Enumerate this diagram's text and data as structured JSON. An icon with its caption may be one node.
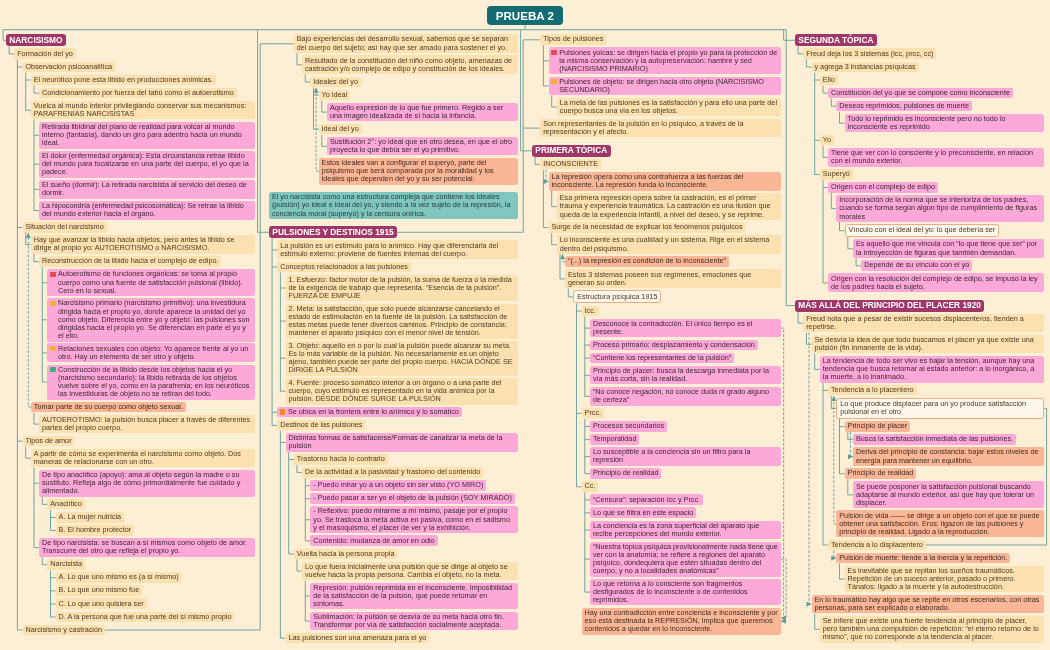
{
  "diagram": {
    "nodes": [
      {
        "text": [
          "PRUEBA 2"
        ]
      },
      {
        "text": [
          "NARCISISMO"
        ]
      },
      {
        "text": [
          "Formación del yo"
        ]
      },
      {
        "text": [
          "Observación psicoanalítica"
        ]
      },
      {
        "text": [
          "El neurótico pone esta libido en producciones anímicas."
        ]
      },
      {
        "text": [
          "Condicionamiento por fuerza del tabú como el autoerotismo"
        ]
      },
      {
        "text": [
          "Vuelca al mundo interior privilegiando conservar sus mecanismos: PARAFRENIAS NARCISISTAS"
        ]
      },
      {
        "text": [
          "Retirada libidinal del plano de realidad para volcar al mundo interno (fantasía), dando un giro para adentro hacia un mundo ideal."
        ]
      },
      {
        "text": [
          "El dolor (enfermedad orgánica): Esta circunstancia retrae libido del mundo para focalizarse en una parte del cuerpo, el yo que la padece."
        ]
      },
      {
        "text": [
          "El sueño (dormir): La retirada narcisista al servicio del deseo de dormir."
        ]
      },
      {
        "text": [
          "La hipocondría (enfermedad psicosomática): Se retrae la libido del mundo exterior hacia el órgano."
        ]
      },
      {
        "text": [
          "Situación del narcisismo"
        ]
      },
      {
        "text": [
          "Hay que avanzar la libido hacia objetos, pero antes la libido se dirige al propio yo: AUTOEROTISMO o NARCISISMO."
        ]
      },
      {
        "text": [
          "Reconstrucción de la libido hacia el complejo de edipo."
        ]
      },
      {
        "text": [
          "Autoerotismo de funciones orgánicas: se toma al propio cuerpo como una fuente de satisfacción pulsional (libido). Cero en lo sexual."
        ]
      },
      {
        "text": [
          "Narcisismo primario (narcisismo primitivo): una investidura dirigida hacia el propio yo, donde aparece la unidad del yo como objeto. Diferencia entre yo y objeto: las pulsiones son dirigidas hacia el propio yo. Se diferencian en parte el yo y el ello."
        ]
      },
      {
        "text": [
          "Relaciones sexuales con objeto: Yo aparece frente al yo un otro. Hay un elemento de ser otro y objeto."
        ]
      },
      {
        "text": [
          "Construcción de la libido desde los objetos hacia el yo (narcisismo secundario): la libido retirada de los objetos vuelve sobre el yo, como en la parafrenia; en los neuróticos las investiduras de objeto no se retiran del todo."
        ]
      },
      {
        "text": [
          "Tomar parte de su cuerpo como objeto sexual."
        ]
      },
      {
        "text": [
          "AUTOEROTISMO: la pulsión busca placer a través de diferentes partes del propio cuerpo."
        ]
      },
      {
        "text": [
          "Tipos de amor"
        ]
      },
      {
        "text": [
          "A partir de cómo se experimenta el narcisismo como objeto. Dos maneras de relacionarse con un otro."
        ]
      },
      {
        "text": [
          "De tipo anaclítico (apoyo): ama al objeto según la madre o su sustituto. Refleja algo de cómo primordialmente fue cuidado y alimentado."
        ]
      },
      {
        "text": [
          "Anaclítico"
        ]
      },
      {
        "text": [
          "A. La mujer nutricia"
        ]
      },
      {
        "text": [
          "B. El hombre protector"
        ]
      },
      {
        "text": [
          "De tipo narcisista: se buscan a sí mismos como objeto de amor. Transcurre del otro que refleja el propio yo."
        ]
      },
      {
        "text": [
          "Narcisista"
        ]
      },
      {
        "text": [
          "A. Lo que uno mismo es (a sí mismo)"
        ]
      },
      {
        "text": [
          "B. Lo que uno mismo fue"
        ]
      },
      {
        "text": [
          "C. Lo que uno quisiera ser"
        ]
      },
      {
        "text": [
          "D. A la persona que fue una parte del sí mismo propio"
        ]
      },
      {
        "text": [
          "Narcisismo y castración"
        ]
      },
      {
        "text": [
          "Bajo experiencias del desarrollo sexual, sabemos que se separan del cuerpo del sujeto; así hay que ser amado para sostener el yo."
        ]
      },
      {
        "text": [
          "Resultado de la constitución del niño como objeto, amenazas de castración y/o complejo de edipo y constitución de los ideales."
        ]
      },
      {
        "text": [
          "Ideales del yo"
        ]
      },
      {
        "text": [
          "Yo ideal"
        ]
      },
      {
        "text": [
          "Aquello expresión de lo que fue primero. Regido a ser una imagen idealizada de sí hacia la infancia."
        ]
      },
      {
        "text": [
          "Ideal del yo"
        ]
      },
      {
        "text": [
          "Sustitución 2°: yo ideal que en otro desea, en que el otro proyecta lo que debía ser el yo primitivo."
        ]
      },
      {
        "text": [
          "Estos ideales van a configurar el superyó, parte del psiquismo que será comparada por la moralidad y los ideales que dependen del yo y su ser potencial."
        ]
      },
      {
        "text": [
          "El yo narcisista como una estructura compleja que contiene los ideales (pulsión) yo ideal e ideal del yo, y siendo a la vez sujeto de la represión, la conciencia moral (superyó) y la censura onírica."
        ]
      },
      {
        "text": [
          "PRIMERA TÓPICA"
        ]
      },
      {
        "text": [
          "INCONSCIENTE"
        ]
      },
      {
        "text": [
          "La represión opera como una contrafuerza a las fuerzas del inconsciente. La represión funda lo inconsciente."
        ]
      },
      {
        "text": [
          "Esa primera represión opera sobre la castración, es el primer trauma y experiencia traumática. La castración es una ilusión que queda de la experiencia infantil, a nivel del deseo, y se reprime."
        ]
      },
      {
        "text": [
          "Surge de la necesidad de explicar los fenómenos psíquicos"
        ]
      },
      {
        "text": [
          "“(...) la represión es condición de lo inconsciente”"
        ]
      },
      {
        "text": [
          "Lo inconsciente es una cualidad y un sistema. Rige en el sistema dentro del psiquismo."
        ]
      },
      {
        "text": [
          "Estos 3 sistemas poseen sus regímenes, emociones que generan su orden."
        ]
      },
      {
        "text": [
          "Estructura psíquica 1915"
        ]
      },
      {
        "text": [
          "Icc."
        ]
      },
      {
        "text": [
          "Desconoce la contradicción. El único tiempo es el presente."
        ]
      },
      {
        "text": [
          "Proceso primario: desplazamiento y condensación"
        ]
      },
      {
        "text": [
          "“Contiene los representantes de la pulsión”"
        ]
      },
      {
        "text": [
          "Principio de placer: busca la descarga inmediata por la vía más corta, sin la realidad."
        ]
      },
      {
        "text": [
          "“No conoce negación, no conoce duda ni grado alguno de certeza”"
        ]
      },
      {
        "text": [
          "Prcc."
        ]
      },
      {
        "text": [
          "Procesos secundarios"
        ]
      },
      {
        "text": [
          "Temporalidad"
        ]
      },
      {
        "text": [
          "Lo susceptible a la conciencia sin un filtro para la represión"
        ]
      },
      {
        "text": [
          "Principio de realidad"
        ]
      },
      {
        "text": [
          "Cc."
        ]
      },
      {
        "text": [
          "“Censura”: separación Icc y Prcc."
        ]
      },
      {
        "text": [
          "Lo que se filtra en este espacio"
        ]
      },
      {
        "text": [
          "La conciencia es la zona superficial del aparato que recibe percepciones del mundo exterior."
        ]
      },
      {
        "text": [
          "“Nuestra tópica psíquica provisionalmente nada tiene que ver con la anatomía; se refiere a regiones del aparato psíquico, dondequiera que estén situadas dentro del cuerpo, y no a localidades anatómicas”"
        ]
      },
      {
        "text": [
          "Lo que retorna a lo consciente son fragmentos desfigurados de lo inconsciente o de contenidos reprimidos."
        ]
      },
      {
        "text": [
          "Hay una contradicción entre conciencia e inconsciente y por eso está destinada la REPRESIÓN, implica que queremos contenidos a quedar en lo inconsciente."
        ]
      },
      {
        "text": [
          "SEGUNDA TÓPICA"
        ]
      },
      {
        "text": [
          "Freud deja los 3 sistemas (icc, prcc, cc)"
        ]
      },
      {
        "text": [
          "y agrega 3 instancias psíquicas"
        ]
      },
      {
        "text": [
          "Ello"
        ]
      },
      {
        "text": [
          "Constitución del yo que se compone como inconsciente"
        ]
      },
      {
        "text": [
          "Deseos reprimidos, pulsiones de muerte"
        ]
      },
      {
        "text": [
          "Todo lo reprimido es inconsciente pero no todo lo inconsciente es reprimido"
        ]
      },
      {
        "text": [
          "Yo"
        ]
      },
      {
        "text": [
          "Tiene que ver con lo consciente y lo preconsciente, en relación con el mundo exterior."
        ]
      },
      {
        "text": [
          "Superyó"
        ]
      },
      {
        "text": [
          "Origen con el complejo de edipo"
        ]
      },
      {
        "text": [
          "Incorporación de la norma que se interioriza de los padres, cuando se forma según algún tipo de cumplimiento de figuras morales"
        ]
      },
      {
        "text": [
          "Vínculo con el ideal del yo: lo que debería ser"
        ]
      },
      {
        "text": [
          "Es aquello que me vincula con “lo que tiene que ser” por la introyección de figuras que también demandan."
        ]
      },
      {
        "text": [
          "Depende de su vínculo con el yo"
        ]
      },
      {
        "text": [
          "Origen con la resolución del complejo de edipo, se impuso la ley de los padres hacia el sujeto."
        ]
      },
      {
        "text": [
          "MÁS ALLÁ DEL PRINCIPIO DEL PLACER 1920"
        ]
      },
      {
        "text": [
          "Freud nota que a pesar de existir sucesos displacenteros, tienden a repetirse."
        ]
      },
      {
        "text": [
          "Se desvía la idea de que todo buscamos el placer ya que existe una pulsión (fin inmanente de la vida)."
        ]
      },
      {
        "text": [
          "La tendencia de todo ser vivo es bajar la tensión, aunque hay una tendencia que busca retornar al estado anterior: a lo inorgánico, a la muerte, a lo inanimado."
        ]
      },
      {
        "text": [
          "Tendencia a lo placentero"
        ]
      },
      {
        "text": [
          "Tendencia a lo displacentero"
        ]
      },
      {
        "text": [
          "Lo que produce displacer para un yo produce satisfacción pulsional en el otro"
        ]
      },
      {
        "text": [
          "Principio de placer"
        ]
      },
      {
        "text": [
          "Busca la satisfacción inmediata de las pulsiones."
        ]
      },
      {
        "text": [
          "Principio de realidad"
        ]
      },
      {
        "text": [
          "Se puede posponer la satisfacción pulsional buscando adaptarse al mundo exterior, así que hay que tolerar un displacer."
        ]
      },
      {
        "text": [
          "Deriva del principio de constancia: bajar estos niveles de energía para mantener un equilibrio."
        ]
      },
      {
        "text": [
          "Pulsión de vida —— se dirige a un objeto con el que se puede obtener una satisfacción. Eros: ligazón de las pulsiones y principio de realidad. Ligado a la reproducción."
        ]
      },
      {
        "text": [
          "Pulsión de muerte: tiende a la inercia y la repetición."
        ]
      },
      {
        "text": [
          "Es inevitable que se repitan los sueños traumáticos. Repetición de un suceso anterior, pasado o primero. Tánatos: ligado a la muerte y la autodestrucción."
        ]
      },
      {
        "text": [
          "En lo traumático hay algo que se repite en otros escenarios, con otras personas, para ser explicado o elaborado."
        ]
      },
      {
        "text": [
          "Se infiere que existe una fuerte tendencia al principio de placer, pero también una compulsión de repetición: “el eterno retorno de lo mismo”, que no corresponde a la tendencia al placer."
        ]
      },
      {
        "text": [
          "PULSIONES Y DESTINOS 1915"
        ]
      },
      {
        "text": [
          "La pulsión es un estímulo para lo anímico. Hay que diferenciarla del estímulo externo: proviene de fuentes internas del cuerpo."
        ]
      },
      {
        "text": [
          "Conceptos relacionados a las pulsiones"
        ]
      },
      {
        "text": [
          "1. Esfuerzo: factor motor de la pulsión, la suma de fuerza o la medida de la exigencia de trabajo que representa. “Esencia de la pulsión”. FUERZA DE EMPUJE"
        ]
      },
      {
        "text": [
          "2. Meta: la satisfacción, que solo puede alcanzarse cancelando el estado de estimulación en la fuente de la pulsión. La satisfacción de estas metas puede tener diversos caminos. Principio de constancia: mantener el aparato psíquico con el menor nivel de tensión."
        ]
      },
      {
        "text": [
          "3. Objeto: aquello en o por lo cual la pulsión puede alcanzar su meta. Es lo más variable de la pulsión. No necesariamente es un objeto ajeno, también puede ser parte del propio cuerpo. HACIA DÓNDE SE DIRIGE LA PULSIÓN"
        ]
      },
      {
        "text": [
          "4. Fuente: proceso somático interior a un órgano o a una parte del cuerpo, cuyo estímulo es representado en la vida anímica por la pulsión. DESDE DÓNDE SURGE LA PULSIÓN"
        ]
      },
      {
        "text": [
          "Se ubica en la frontera entre lo anímico y lo somático"
        ]
      },
      {
        "text": [
          "Destinos de las pulsiones"
        ]
      },
      {
        "text": [
          "Distintas formas de satisfacerse/Formas de canalizar la meta de la pulsión"
        ]
      },
      {
        "text": [
          "Trastorno hacia lo contrario"
        ]
      },
      {
        "text": [
          "De la actividad a la pasividad y trastorno del contenido"
        ]
      },
      {
        "text": [
          "- Puedo mirar yo a un objeto sin ser visto (YO MIRO)"
        ]
      },
      {
        "text": [
          "- Puedo pasar a ser yo el objeto de la pulsión (SOY MIRADO)"
        ]
      },
      {
        "text": [
          "- Reflexivo: puedo mirarme a mí mismo, pasaje por el propio yo. Se trastoca la meta activa en pasiva, como en el sadismo y el masoquismo, el placer de ver y la exhibición."
        ]
      },
      {
        "text": [
          "Contenido: mudanza de amor en odio"
        ]
      },
      {
        "text": [
          "Vuelta hacia la persona propia"
        ]
      },
      {
        "text": [
          "Lo que fuera inicialmente una pulsión que se dirige al objeto se vuelve hacia la propia persona. Cambia el objeto, no la meta."
        ]
      },
      {
        "text": [
          "Represión: pulsión reprimida en el inconsciente. Imposibilidad de la satisfacción de la pulsión, que puede retornar en síntomas."
        ]
      },
      {
        "text": [
          "Sublimación: la pulsión se desvía de su meta hacia otro fin. Transformar por vía de satisfacción socialmente aceptada."
        ]
      },
      {
        "text": [
          "Las pulsiones son una amenaza para el yo"
        ]
      },
      {
        "text": [
          "Tipos de pulsiones"
        ]
      },
      {
        "text": [
          "Pulsiones yoicas: se dirigen hacia el propio yo para la protección de la misma conservación y la autopreservación: hambre y sed (NARCISISMO PRIMARIO)"
        ]
      },
      {
        "text": [
          "Pulsiones de objeto: se dirigen hacia otro objeto (NARCISISMO SECUNDARIO)"
        ]
      },
      {
        "text": [
          "La meta de las pulsiones es la satisfacción y para ello una parte del cuerpo busca una vía en los objetos."
        ]
      },
      {
        "text": [
          "Son representantes de la pulsión en lo psíquico, a través de la representación y el afecto."
        ]
      }
    ],
    "edges": [
      {
        "from": 0,
        "to": 1,
        "arrow": "none"
      },
      {
        "from": 1,
        "to": 2,
        "arrow": "none"
      },
      {
        "from": 2,
        "to": 3,
        "arrow": "none"
      },
      {
        "from": 3,
        "to": 4,
        "arrow": "none"
      },
      {
        "from": 4,
        "to": 5,
        "arrow": "none"
      },
      {
        "from": 3,
        "to": 6,
        "arrow": "none"
      },
      {
        "from": 6,
        "to": 7,
        "arrow": "none"
      },
      {
        "from": 6,
        "to": 8,
        "arrow": "none"
      },
      {
        "from": 6,
        "to": 9,
        "arrow": "none"
      },
      {
        "from": 6,
        "to": 10,
        "arrow": "none"
      },
      {
        "from": 2,
        "to": 11,
        "arrow": "none"
      },
      {
        "from": 11,
        "to": 12,
        "arrow": "none"
      },
      {
        "from": 12,
        "to": 13,
        "arrow": "none"
      },
      {
        "from": 13,
        "to": 14,
        "arrow": "none"
      },
      {
        "from": 13,
        "to": 15,
        "arrow": "none"
      },
      {
        "from": 13,
        "to": 16,
        "arrow": "none"
      },
      {
        "from": 13,
        "to": 17,
        "arrow": "none"
      },
      {
        "from": 18,
        "to": 11,
        "arrow": "to",
        "style": "dashed"
      },
      {
        "from": 18,
        "to": 19,
        "arrow": "none"
      },
      {
        "from": 2,
        "to": 20,
        "arrow": "none"
      },
      {
        "from": 20,
        "to": 21,
        "arrow": "none"
      },
      {
        "from": 21,
        "to": 22,
        "arrow": "none"
      },
      {
        "from": 22,
        "to": 23,
        "arrow": "none"
      },
      {
        "from": 23,
        "to": 24,
        "arrow": "none"
      },
      {
        "from": 23,
        "to": 25,
        "arrow": "none"
      },
      {
        "from": 21,
        "to": 26,
        "arrow": "none"
      },
      {
        "from": 26,
        "to": 27,
        "arrow": "none"
      },
      {
        "from": 27,
        "to": 28,
        "arrow": "none"
      },
      {
        "from": 27,
        "to": 29,
        "arrow": "none"
      },
      {
        "from": 27,
        "to": 30,
        "arrow": "none"
      },
      {
        "from": 27,
        "to": 31,
        "arrow": "none"
      },
      {
        "from": 2,
        "to": 32,
        "arrow": "none"
      },
      {
        "from": 32,
        "to": 33,
        "arrow": "none"
      },
      {
        "from": 33,
        "to": 34,
        "arrow": "none"
      },
      {
        "from": 34,
        "to": 35,
        "arrow": "none"
      },
      {
        "from": 35,
        "to": 36,
        "arrow": "none"
      },
      {
        "from": 36,
        "to": 37,
        "arrow": "none"
      },
      {
        "from": 35,
        "to": 38,
        "arrow": "none"
      },
      {
        "from": 38,
        "to": 39,
        "arrow": "none"
      },
      {
        "from": 40,
        "to": 35,
        "arrow": "to",
        "style": "dashed"
      },
      {
        "from": 0,
        "to": 42,
        "arrow": "none"
      },
      {
        "from": 42,
        "to": 43,
        "arrow": "none"
      },
      {
        "from": 43,
        "to": 44,
        "arrow": "to",
        "style": "dashed"
      },
      {
        "from": 44,
        "to": 45,
        "arrow": "none"
      },
      {
        "from": 43,
        "to": 46,
        "arrow": "none"
      },
      {
        "from": 47,
        "to": 48,
        "arrow": "to",
        "style": "dashed"
      },
      {
        "from": 46,
        "to": 48,
        "arrow": "none"
      },
      {
        "from": 48,
        "to": 49,
        "arrow": "none"
      },
      {
        "from": 49,
        "to": 50,
        "arrow": "none"
      },
      {
        "from": 50,
        "to": 51,
        "arrow": "none"
      },
      {
        "from": 51,
        "to": 52,
        "arrow": "none"
      },
      {
        "from": 51,
        "to": 53,
        "arrow": "none"
      },
      {
        "from": 51,
        "to": 54,
        "arrow": "none"
      },
      {
        "from": 51,
        "to": 55,
        "arrow": "none"
      },
      {
        "from": 51,
        "to": 56,
        "arrow": "none"
      },
      {
        "from": 50,
        "to": 57,
        "arrow": "none"
      },
      {
        "from": 57,
        "to": 58,
        "arrow": "none"
      },
      {
        "from": 57,
        "to": 59,
        "arrow": "none"
      },
      {
        "from": 57,
        "to": 60,
        "arrow": "none"
      },
      {
        "from": 57,
        "to": 61,
        "arrow": "none"
      },
      {
        "from": 50,
        "to": 62,
        "arrow": "none"
      },
      {
        "from": 62,
        "to": 63,
        "arrow": "none"
      },
      {
        "from": 62,
        "to": 64,
        "arrow": "none"
      },
      {
        "from": 62,
        "to": 65,
        "arrow": "none"
      },
      {
        "from": 62,
        "to": 66,
        "arrow": "none"
      },
      {
        "from": 62,
        "to": 67,
        "arrow": "none"
      },
      {
        "from": 52,
        "to": 68,
        "arrow": "to",
        "style": "dashed"
      },
      {
        "from": 66,
        "to": 68,
        "arrow": "to",
        "style": "dashed"
      },
      {
        "from": 0,
        "to": 69,
        "arrow": "none"
      },
      {
        "from": 69,
        "to": 70,
        "arrow": "none"
      },
      {
        "from": 70,
        "to": 71,
        "arrow": "none"
      },
      {
        "from": 71,
        "to": 72,
        "arrow": "none"
      },
      {
        "from": 72,
        "to": 73,
        "arrow": "none"
      },
      {
        "from": 73,
        "to": 74,
        "arrow": "none"
      },
      {
        "from": 74,
        "to": 75,
        "arrow": "none"
      },
      {
        "from": 71,
        "to": 76,
        "arrow": "none"
      },
      {
        "from": 76,
        "to": 77,
        "arrow": "none"
      },
      {
        "from": 71,
        "to": 78,
        "arrow": "none"
      },
      {
        "from": 78,
        "to": 79,
        "arrow": "none"
      },
      {
        "from": 79,
        "to": 80,
        "arrow": "none"
      },
      {
        "from": 80,
        "to": 81,
        "arrow": "none"
      },
      {
        "from": 81,
        "to": 82,
        "arrow": "none"
      },
      {
        "from": 82,
        "to": 83,
        "arrow": "none"
      },
      {
        "from": 78,
        "to": 84,
        "arrow": "none"
      },
      {
        "from": 0,
        "to": 85,
        "arrow": "none"
      },
      {
        "from": 85,
        "to": 86,
        "arrow": "none"
      },
      {
        "from": 86,
        "to": 87,
        "arrow": "none"
      },
      {
        "from": 87,
        "to": 88,
        "arrow": "none"
      },
      {
        "from": 88,
        "to": 89,
        "arrow": "none"
      },
      {
        "from": 88,
        "to": 90,
        "arrow": "none"
      },
      {
        "from": 89,
        "to": 91,
        "arrow": "none"
      },
      {
        "from": 90,
        "to": 91,
        "arrow": "none"
      },
      {
        "from": 91,
        "to": 92,
        "arrow": "none"
      },
      {
        "from": 92,
        "to": 93,
        "arrow": "none"
      },
      {
        "from": 91,
        "to": 94,
        "arrow": "none"
      },
      {
        "from": 94,
        "to": 95,
        "arrow": "none"
      },
      {
        "from": 92,
        "to": 96,
        "arrow": "to",
        "style": "dashed"
      },
      {
        "from": 97,
        "to": 89,
        "arrow": "to",
        "style": "dashed"
      },
      {
        "from": 90,
        "to": 98,
        "arrow": "to",
        "style": "dashed"
      },
      {
        "from": 98,
        "to": 99,
        "arrow": "none"
      },
      {
        "from": 86,
        "to": 100,
        "arrow": "to",
        "style": "dashed"
      },
      {
        "from": 100,
        "to": 101,
        "arrow": "none"
      },
      {
        "from": 0,
        "to": 102,
        "arrow": "none"
      },
      {
        "from": 102,
        "to": 103,
        "arrow": "none"
      },
      {
        "from": 102,
        "to": 104,
        "arrow": "none"
      },
      {
        "from": 104,
        "to": 105,
        "arrow": "none"
      },
      {
        "from": 104,
        "to": 106,
        "arrow": "none"
      },
      {
        "from": 104,
        "to": 107,
        "arrow": "none"
      },
      {
        "from": 104,
        "to": 108,
        "arrow": "none"
      },
      {
        "from": 102,
        "to": 109,
        "arrow": "none"
      },
      {
        "from": 102,
        "to": 110,
        "arrow": "none"
      },
      {
        "from": 110,
        "to": 111,
        "arrow": "none"
      },
      {
        "from": 111,
        "to": 112,
        "arrow": "none"
      },
      {
        "from": 112,
        "to": 113,
        "arrow": "none"
      },
      {
        "from": 113,
        "to": 114,
        "arrow": "none"
      },
      {
        "from": 113,
        "to": 115,
        "arrow": "none"
      },
      {
        "from": 113,
        "to": 116,
        "arrow": "none"
      },
      {
        "from": 113,
        "to": 117,
        "arrow": "none"
      },
      {
        "from": 111,
        "to": 118,
        "arrow": "none"
      },
      {
        "from": 118,
        "to": 119,
        "arrow": "none"
      },
      {
        "from": 119,
        "to": 120,
        "arrow": "none"
      },
      {
        "from": 119,
        "to": 121,
        "arrow": "none"
      },
      {
        "from": 110,
        "to": 122,
        "arrow": "none"
      },
      {
        "from": 102,
        "to": 123,
        "arrow": "none"
      },
      {
        "from": 123,
        "to": 124,
        "arrow": "none"
      },
      {
        "from": 123,
        "to": 125,
        "arrow": "none"
      },
      {
        "from": 125,
        "to": 126,
        "arrow": "none"
      },
      {
        "from": 102,
        "to": 127,
        "arrow": "none"
      }
    ]
  }
}
